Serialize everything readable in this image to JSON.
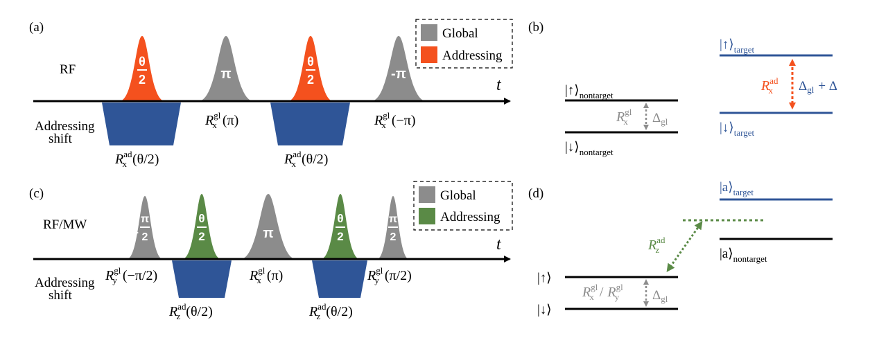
{
  "colors": {
    "global": "#8c8c8c",
    "addressing_rf": "#f4511e",
    "addressing_mw": "#5a8a46",
    "shift": "#2f5597",
    "target_level": "#2f5597",
    "ad_arrow": "#f4511e",
    "gl_arrow": "#8c8c8c",
    "z_dotted": "#5a8a46",
    "text": "#000000",
    "muted": "#8c8c8c"
  },
  "panel_a": {
    "label": "(a)",
    "channel": "RF",
    "time_label": "t",
    "shift_label_line1": "Addressing",
    "shift_label_line2": "shift",
    "legend": {
      "global": "Global",
      "addressing": "Addressing"
    },
    "pulses": [
      {
        "kind": "addressing",
        "top": "θ",
        "bottom": "2"
      },
      {
        "kind": "global",
        "text": "π"
      },
      {
        "kind": "addressing",
        "top": "θ",
        "bottom": "2"
      },
      {
        "kind": "global",
        "text": "-π"
      }
    ],
    "gl_labels": [
      {
        "R": "R",
        "sup": "gl",
        "sub": "x",
        "arg": "(π)"
      },
      {
        "R": "R",
        "sup": "gl",
        "sub": "x",
        "arg": "(−π)"
      }
    ],
    "ad_labels": [
      {
        "R": "R",
        "sup": "ad",
        "sub": "x",
        "arg": "(θ/2)"
      },
      {
        "R": "R",
        "sup": "ad",
        "sub": "x",
        "arg": "(θ/2)"
      }
    ]
  },
  "panel_b": {
    "label": "(b)",
    "nontarget_up": "|↑⟩",
    "nontarget_down": "|↓⟩",
    "nontarget_sub": "nontarget",
    "target_up": "|↑⟩",
    "target_down": "|↓⟩",
    "target_sub": "target",
    "gl_op": {
      "R": "R",
      "sup": "gl",
      "sub": "x"
    },
    "delta_gl": "Δ",
    "delta_gl_sub": "gl",
    "ad_op": {
      "R": "R",
      "sup": "ad",
      "sub": "x"
    },
    "delta_sum": "+ Δ"
  },
  "panel_c": {
    "label": "(c)",
    "channel": "RF/MW",
    "time_label": "t",
    "shift_label_line1": "Addressing",
    "shift_label_line2": "shift",
    "legend": {
      "global": "Global",
      "addressing": "Addressing"
    },
    "pulses": [
      {
        "kind": "global",
        "prefix": "-",
        "top": "π",
        "bottom": "2"
      },
      {
        "kind": "addressing",
        "top": "θ",
        "bottom": "2"
      },
      {
        "kind": "global",
        "text": "π"
      },
      {
        "kind": "addressing",
        "top": "θ",
        "bottom": "2"
      },
      {
        "kind": "global",
        "top": "π",
        "bottom": "2"
      }
    ],
    "gl_labels": [
      {
        "R": "R",
        "sup": "gl",
        "sub": "y",
        "arg": "(−π/2)"
      },
      {
        "R": "R",
        "sup": "gl",
        "sub": "x",
        "arg": "(π)"
      },
      {
        "R": "R",
        "sup": "gl",
        "sub": "y",
        "arg": "(π/2)"
      }
    ],
    "ad_labels": [
      {
        "R": "R",
        "sup": "ad",
        "sub": "z",
        "arg": "(θ/2)"
      },
      {
        "R": "R",
        "sup": "ad",
        "sub": "z",
        "arg": "(θ/2)"
      }
    ]
  },
  "panel_d": {
    "label": "(d)",
    "up": "|↑⟩",
    "down": "|↓⟩",
    "a_target": "|a⟩",
    "a_target_sub": "target",
    "a_nontarget": "|a⟩",
    "a_nontarget_sub": "nontarget",
    "z_op": {
      "R": "R",
      "sup": "ad",
      "sub": "z"
    },
    "gl_op_1": {
      "R": "R",
      "sup": "gl",
      "sub": "x"
    },
    "slash": "/",
    "gl_op_2": {
      "R": "R",
      "sup": "gl",
      "sub": "y"
    },
    "delta_gl": "Δ",
    "delta_gl_sub": "gl"
  }
}
